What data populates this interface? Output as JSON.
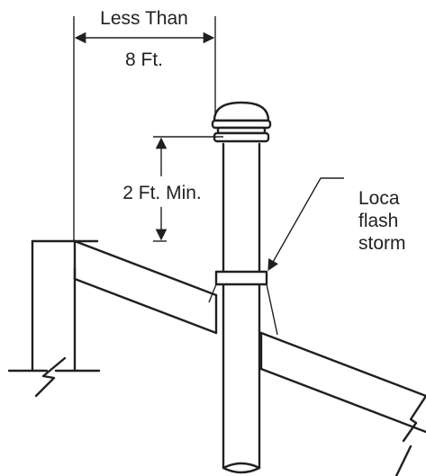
{
  "labels": {
    "less_than": "Less Than",
    "eight_ft": "8 Ft.",
    "two_ft_min": "2 Ft. Min.",
    "note_line1": "Loca",
    "note_line2": "flash",
    "note_line3": "storm"
  },
  "colors": {
    "line": "#231f20",
    "background": "#ffffff"
  }
}
